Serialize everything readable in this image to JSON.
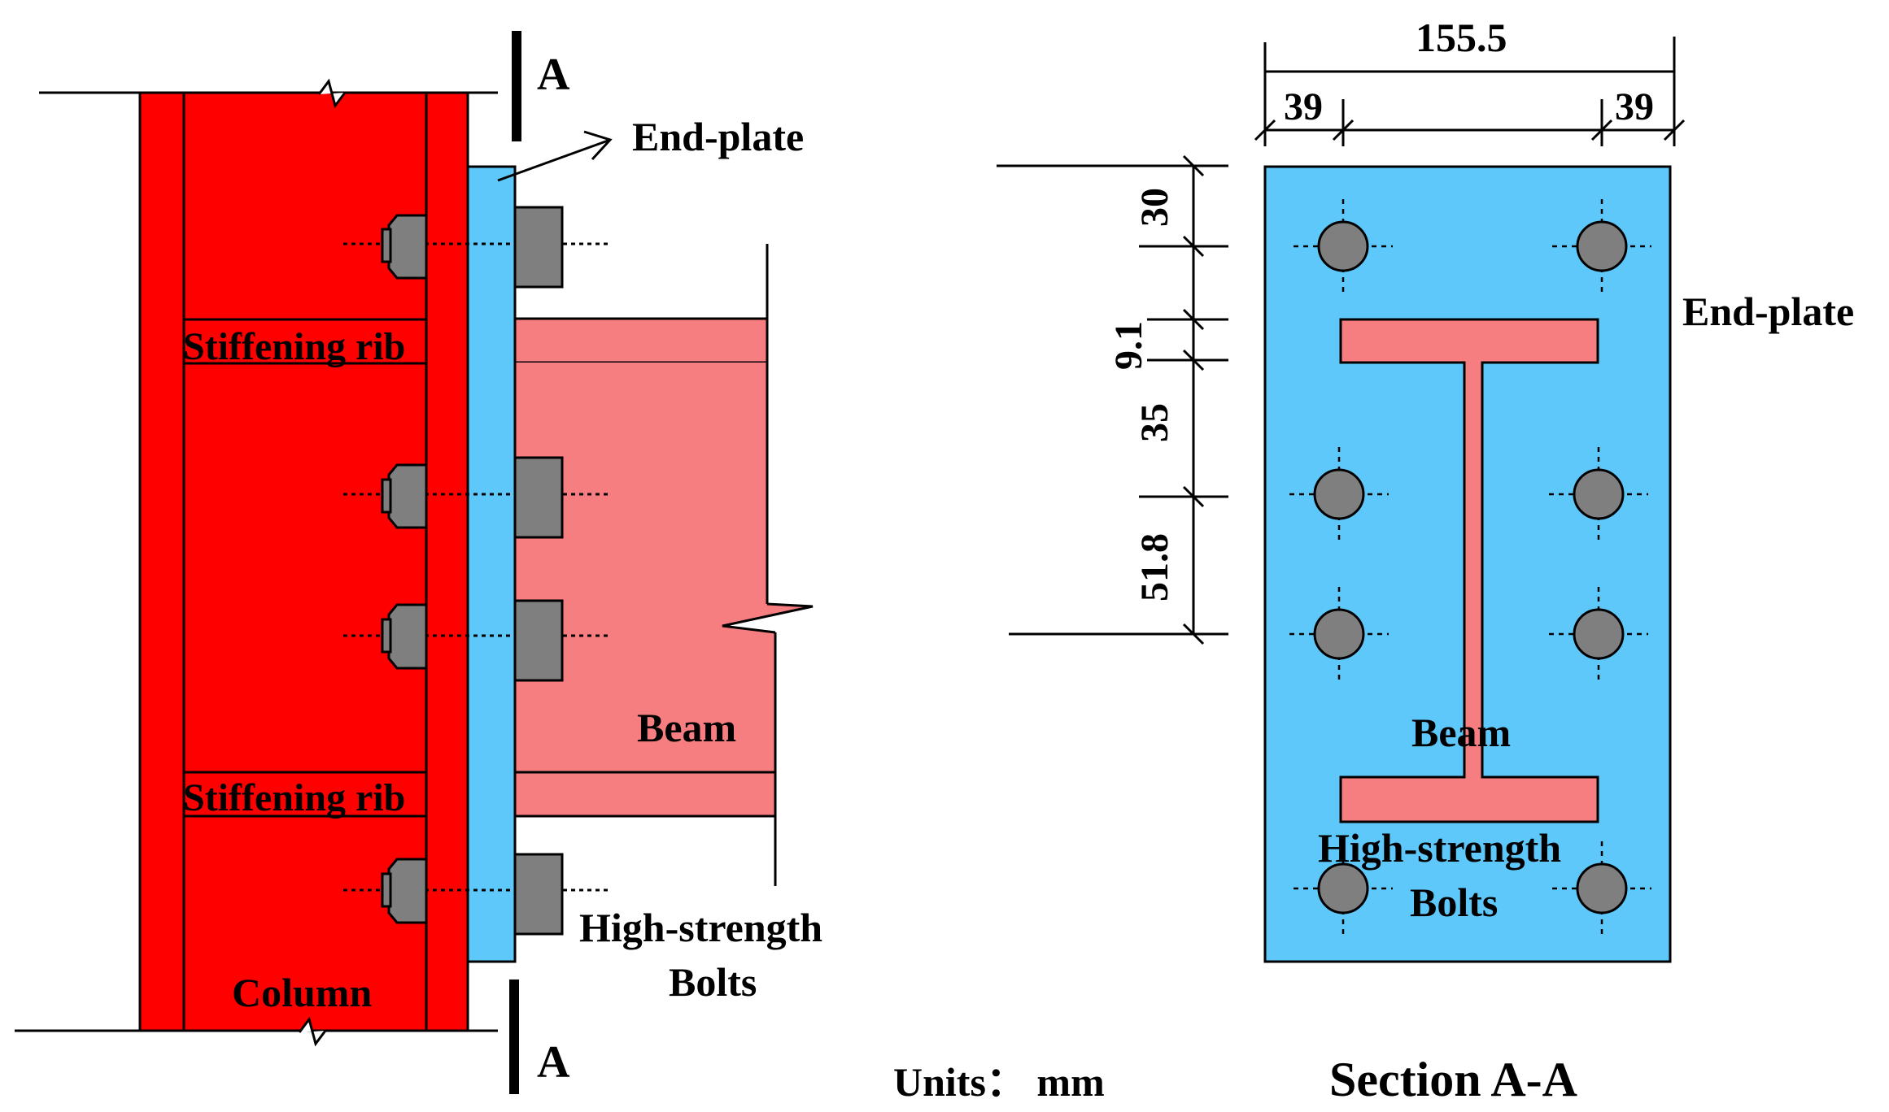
{
  "colors": {
    "column": "#ff0000",
    "end_plate": "#5ec8fb",
    "beam": "#f77e80",
    "bolt": "#7f7f7f",
    "line": "#000000"
  },
  "labels": {
    "section_mark_top": "A",
    "section_mark_bottom": "A",
    "end_plate_left": "End-plate",
    "stiffening_rib_top": "Stiffening rib",
    "stiffening_rib_bottom": "Stiffening rib",
    "beam_left": "Beam",
    "column": "Column",
    "bolts_left_line1": "High-strength",
    "bolts_left_line2": "Bolts",
    "end_plate_right": "End-plate",
    "beam_right": "Beam",
    "bolts_right_line1": "High-strength",
    "bolts_right_line2": "Bolts",
    "units": "Units： mm",
    "section_title": "Section A-A"
  },
  "dimensions": {
    "plate_width": "155.5",
    "edge_left": "39",
    "edge_right": "39",
    "top_to_bolt": "30",
    "flange_thickness": "9.1",
    "flange_to_bolt": "35",
    "bolt_spacing": "51.8"
  }
}
